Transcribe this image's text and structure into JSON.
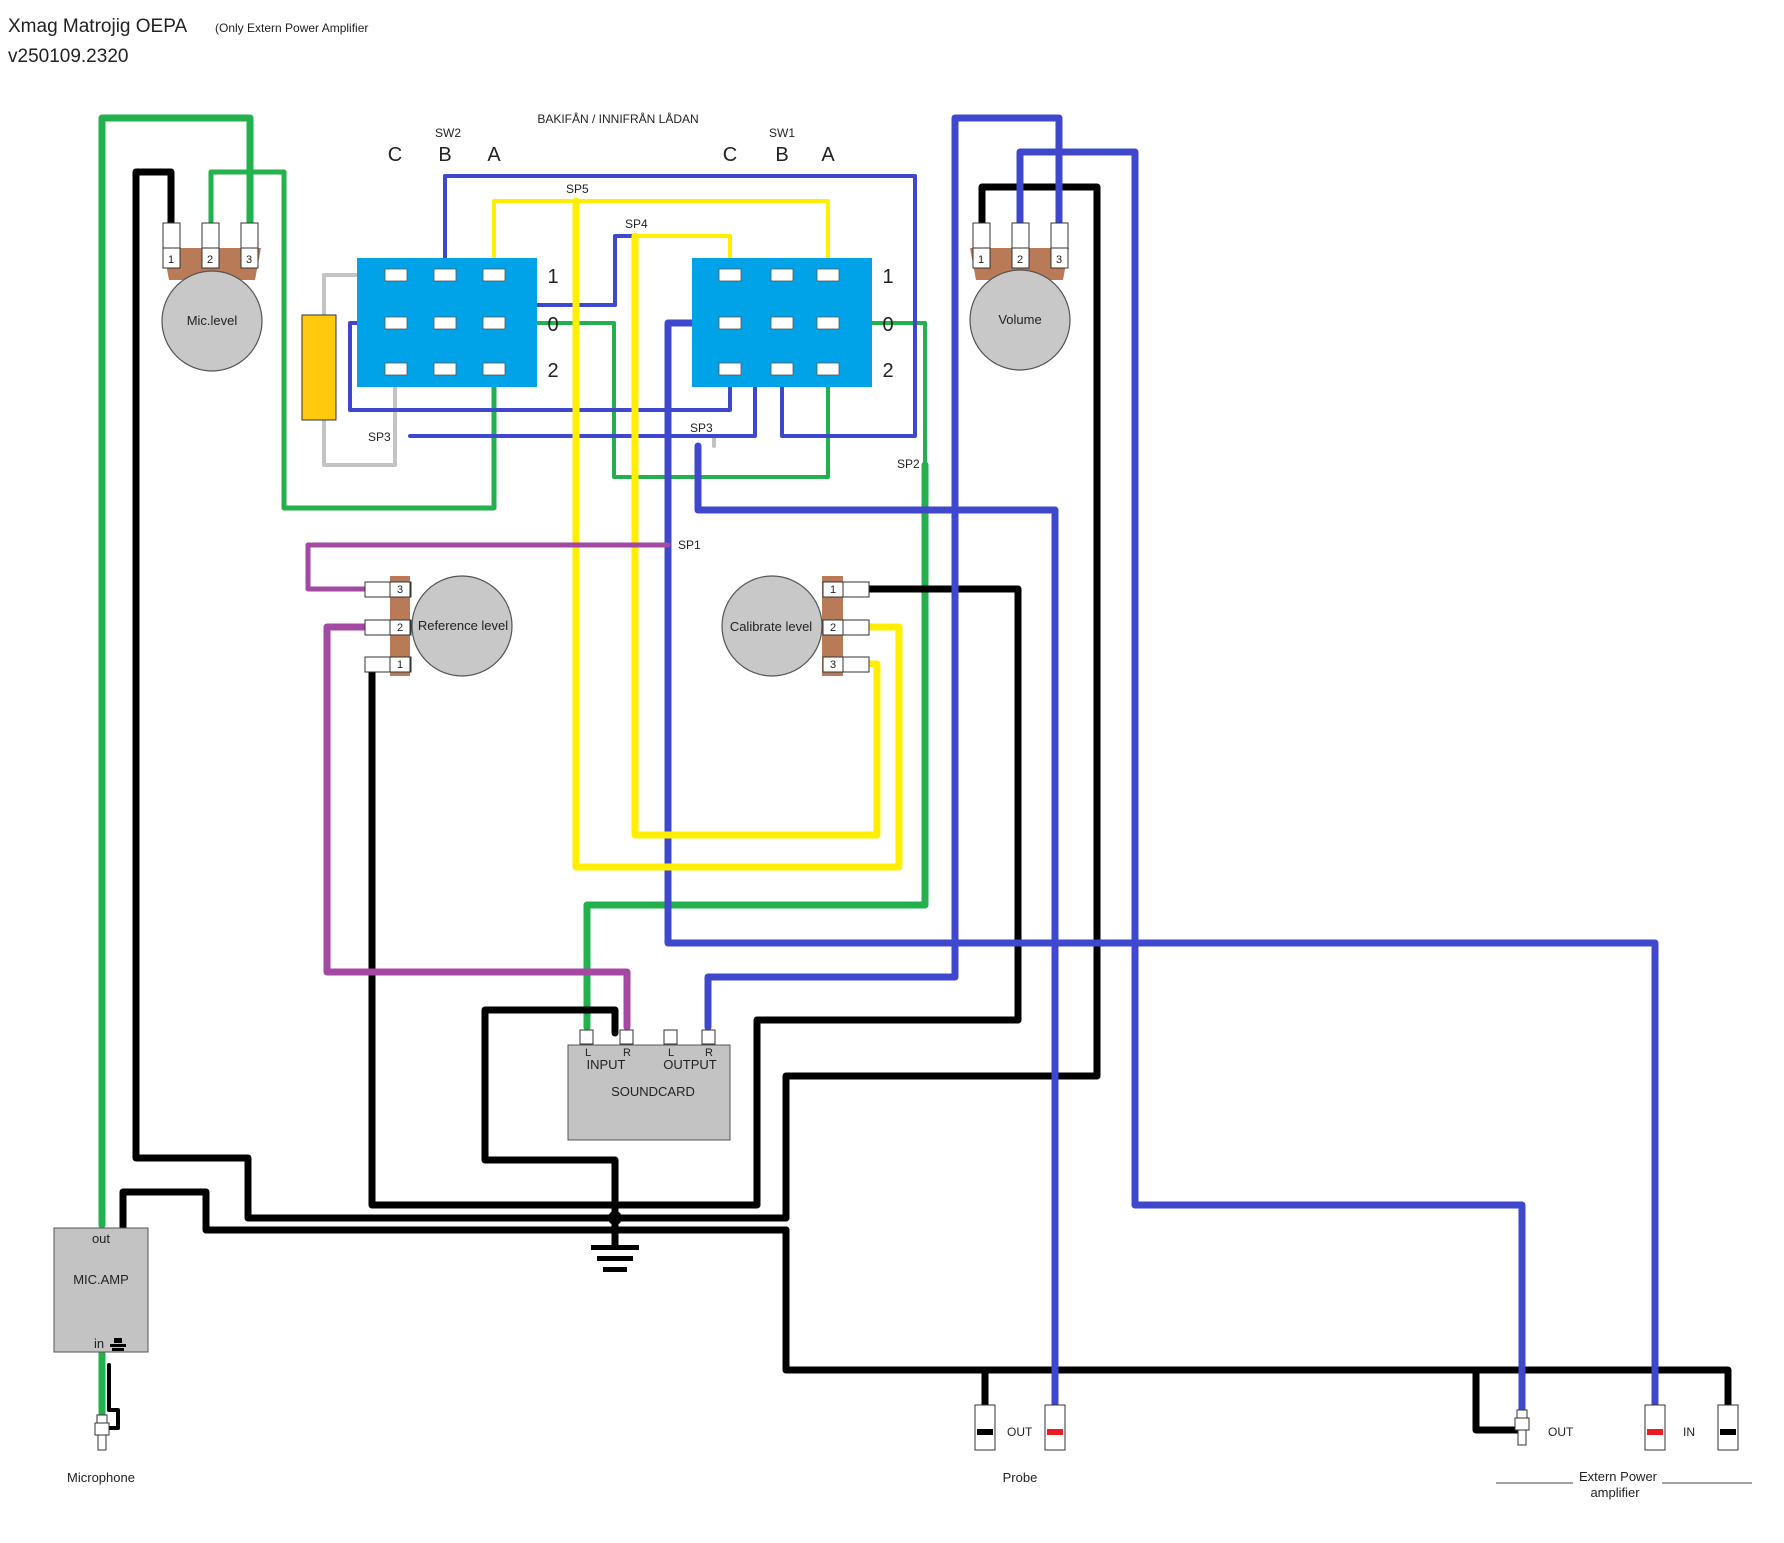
{
  "header": {
    "title": "Xmag Matrojig  OEPA",
    "subtitle": "(Only Extern Power Amplifier",
    "version": "v250109.2320"
  },
  "panel": {
    "caption": "BAKIFÅN / INNIFRÅN LÅDAN",
    "sw2": "SW2",
    "sw1": "SW1",
    "pole_c": "C",
    "pole_b": "B",
    "pole_a": "A",
    "pos_1": "1",
    "pos_0": "0",
    "pos_2": "2"
  },
  "splices": {
    "sp1": "SP1",
    "sp2": "SP2",
    "sp3": "SP3",
    "sp4": "SP4",
    "sp5": "SP5"
  },
  "pots": {
    "mic_level": "Mic.level",
    "volume": "Volume",
    "reference_level": "Reference level",
    "calibrate_level": "Calibrate level",
    "pin1": "1",
    "pin2": "2",
    "pin3": "3"
  },
  "soundcard": {
    "name": "SOUNDCARD",
    "input": "INPUT",
    "output": "OUTPUT",
    "l": "L",
    "r": "R"
  },
  "mic_amp": {
    "name": "MIC.AMP",
    "out": "out",
    "in": "in"
  },
  "connectors": {
    "microphone": "Microphone",
    "probe": "Probe",
    "probe_out": "OUT",
    "amp_out": "OUT",
    "amp_in": "IN",
    "amp_line1": "Extern Power",
    "amp_line2": "amplifier"
  },
  "colors": {
    "green": "#22b14c",
    "black": "#000000",
    "blue": "#3f48cc",
    "yellow": "#ffee00",
    "purple": "#a349a4",
    "gray": "#c3c3c3",
    "switch": "#00a2e8",
    "pot_body": "#b97a57",
    "knob": "#c8c8c8",
    "capacitor": "#ffc90e"
  }
}
